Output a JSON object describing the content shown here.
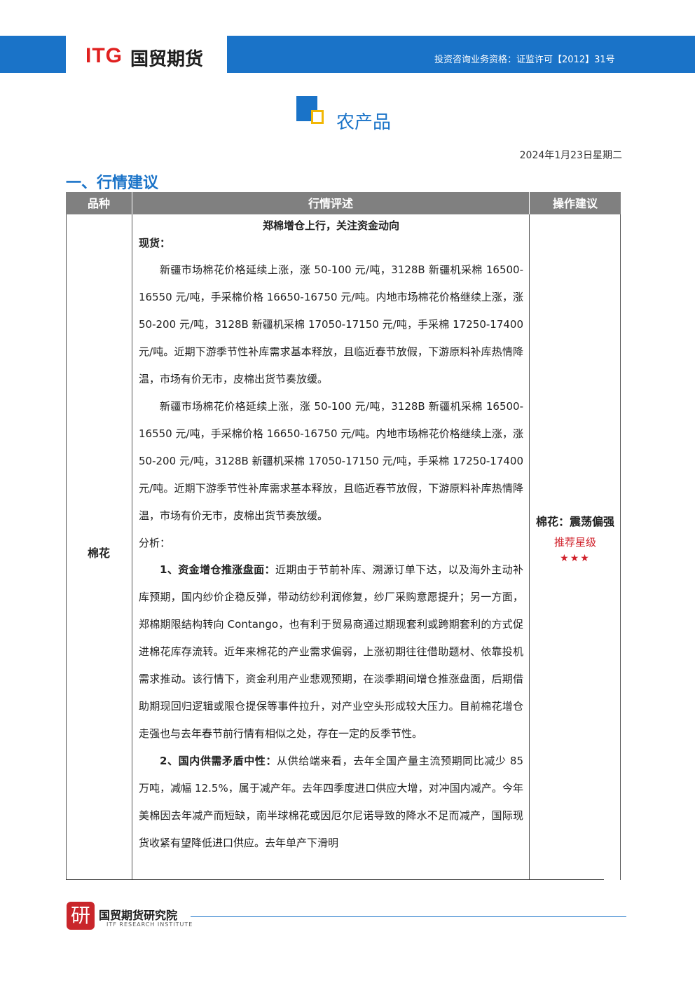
{
  "header": {
    "logo_itg": "ITG",
    "logo_cn": "国贸期货",
    "license": "投资咨询业务资格：证监许可【2012】31号"
  },
  "section": {
    "title": "农产品"
  },
  "date": "2024年1月23日星期二",
  "heading": "一、行情建议",
  "table": {
    "headers": [
      "品种",
      "行情评述",
      "操作建议"
    ],
    "category": "棉花",
    "review": {
      "title": "郑棉增仓上行，关注资金动向",
      "spot_label": "现货：",
      "spot_paragraphs": [
        "新疆市场棉花价格延续上涨，涨 50-100 元/吨，3128B 新疆机采棉 16500-16550 元/吨，手采棉价格 16650-16750 元/吨。内地市场棉花价格继续上涨，涨 50-200 元/吨，3128B 新疆机采棉 17050-17150 元/吨，手采棉 17250-17400 元/吨。近期下游季节性补库需求基本释放，且临近春节放假，下游原料补库热情降温，市场有价无市，皮棉出货节奏放缓。",
        "新疆市场棉花价格延续上涨，涨 50-100 元/吨，3128B 新疆机采棉 16500-16550 元/吨，手采棉价格 16650-16750 元/吨。内地市场棉花价格继续上涨，涨 50-200 元/吨，3128B 新疆机采棉 17050-17150 元/吨，手采棉 17250-17400 元/吨。近期下游季节性补库需求基本释放，且临近春节放假，下游原料补库热情降温，市场有价无市，皮棉出货节奏放缓。"
      ],
      "analysis_label": "分析：",
      "analysis": [
        {
          "head": "1、资金增仓推涨盘面：",
          "text": "近期由于节前补库、溯源订单下达，以及海外主动补库预期，国内纱价企稳反弹，带动纺纱利润修复，纱厂采购意愿提升；另一方面，郑棉期限结构转向 Contango，也有利于贸易商通过期现套利或跨期套利的方式促进棉花库存流转。近年来棉花的产业需求偏弱，上涨初期往往借助题材、依靠投机需求推动。该行情下，资金利用产业悲观预期，在淡季期间增仓推涨盘面，后期借助期现回归逻辑或限仓提保等事件拉升，对产业空头形成较大压力。目前棉花增仓走强也与去年春节前行情有相似之处，存在一定的反季节性。"
        },
        {
          "head": "2、国内供需矛盾中性：",
          "text": "从供给端来看，去年全国产量主流预期同比减少 85 万吨，减幅 12.5%，属于减产年。去年四季度进口供应大增，对冲国内减产。今年美棉因去年减产而短缺，南半球棉花或因厄尔尼诺导致的降水不足而减产，国际现货收紧有望降低进口供应。去年单产下滑明"
        }
      ]
    },
    "advice": {
      "main": "棉花：震荡偏强",
      "rank_label": "推荐星级",
      "stars": "★★★"
    }
  },
  "footer": {
    "seal": "研",
    "name": "国贸期货研究院",
    "english": "ITF RESEARCH INSTITUTE"
  },
  "colors": {
    "brand_blue": "#1a73c8",
    "brand_red": "#e0201f",
    "gold": "#f2b705",
    "header_gray": "#808080"
  }
}
